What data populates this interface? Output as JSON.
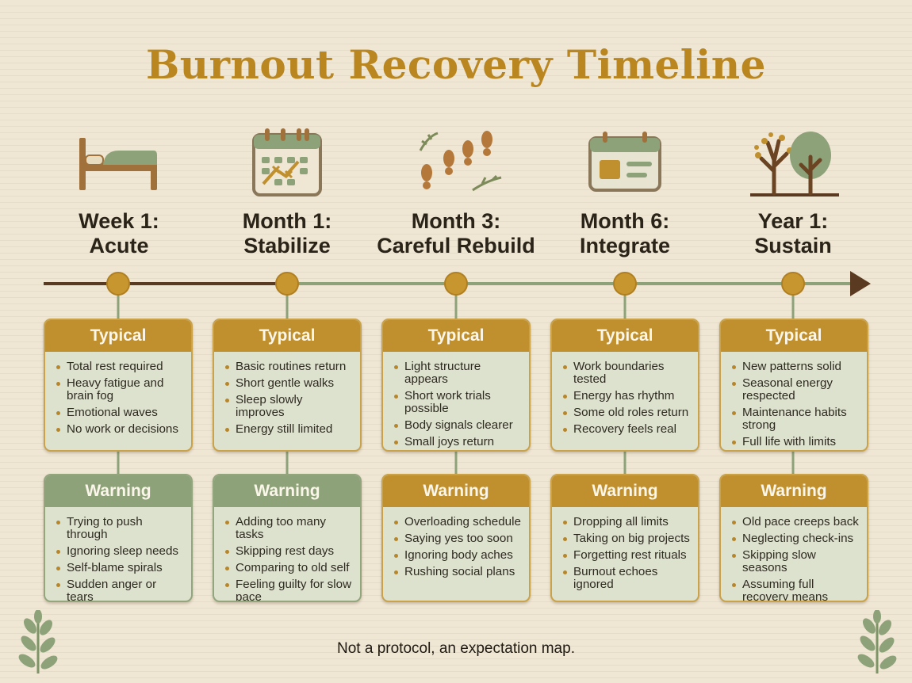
{
  "title": "Burnout Recovery Timeline",
  "footer": "Not a protocol, an expectation map.",
  "colors": {
    "gold": "#c08f2e",
    "sage": "#8ea27a",
    "timeline_brown": "#5a3b22",
    "panel": "#dde2cf"
  },
  "stages": [
    {
      "icon": "bed-icon",
      "title_line1": "Week 1:",
      "title_line2": "Acute",
      "typical_label": "Typical",
      "typical": [
        "Total rest required",
        "Heavy fatigue and brain fog",
        "Emotional waves",
        "No work or decisions"
      ],
      "warning_label": "Warning",
      "warning_style": "sage",
      "warning": [
        "Trying to push through",
        "Ignoring sleep needs",
        "Self-blame spirals",
        "Sudden anger or tears"
      ]
    },
    {
      "icon": "calendar-icon",
      "title_line1": "Month 1:",
      "title_line2": "Stabilize",
      "typical_label": "Typical",
      "typical": [
        "Basic routines return",
        "Short gentle walks",
        "Sleep slowly improves",
        "Energy still limited"
      ],
      "warning_label": "Warning",
      "warning_style": "sage",
      "warning": [
        "Adding too many tasks",
        "Skipping rest days",
        "Comparing to old self",
        "Feeling guilty for slow pace"
      ]
    },
    {
      "icon": "footprints-icon",
      "title_line1": "Month 3:",
      "title_line2": "Careful Rebuild",
      "typical_label": "Typical",
      "typical": [
        "Light structure appears",
        "Short work trials possible",
        "Body signals clearer",
        "Small joys return"
      ],
      "warning_label": "Warning",
      "warning_style": "gold",
      "warning": [
        "Overloading schedule",
        "Saying yes too soon",
        "Ignoring body aches",
        "Rushing social plans"
      ]
    },
    {
      "icon": "planner-icon",
      "title_line1": "Month 6:",
      "title_line2": "Integrate",
      "typical_label": "Typical",
      "typical": [
        "Work boundaries tested",
        "Energy has rhythm",
        "Some old roles return",
        "Recovery feels real"
      ],
      "warning_label": "Warning",
      "warning_style": "gold",
      "warning": [
        "Dropping all limits",
        "Taking on big projects",
        "Forgetting rest rituals",
        "Burnout echoes ignored"
      ]
    },
    {
      "icon": "trees-icon",
      "title_line1": "Year 1:",
      "title_line2": "Sustain",
      "typical_label": "Typical",
      "typical": [
        "New patterns solid",
        "Seasonal energy respected",
        "Maintenance habits strong",
        "Full life with limits"
      ],
      "warning_label": "Warning",
      "warning_style": "gold",
      "warning": [
        "Old pace creeps back",
        "Neglecting check-ins",
        "Skipping slow seasons",
        "Assuming full recovery means same life"
      ]
    }
  ]
}
